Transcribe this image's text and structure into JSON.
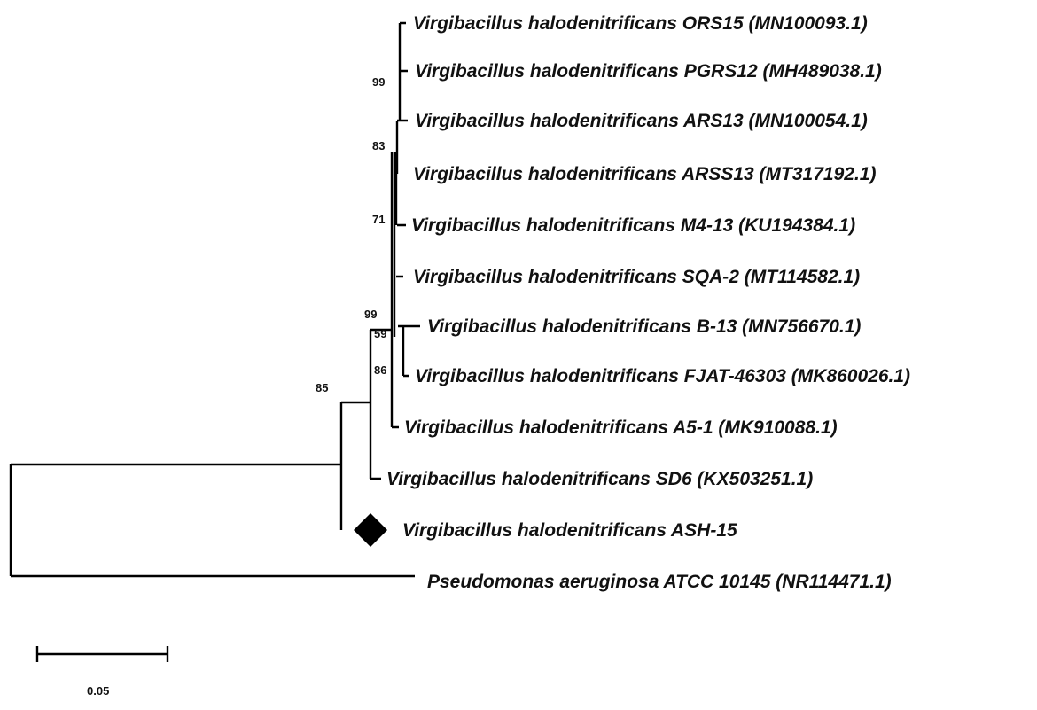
{
  "tree": {
    "taxa": [
      {
        "label": "Virgibacillus halodenitrificans ORS15 (MN100093.1)"
      },
      {
        "label": "Virgibacillus halodenitrificans PGRS12 (MH489038.1)"
      },
      {
        "label": "Virgibacillus halodenitrificans ARS13 (MN100054.1)"
      },
      {
        "label": "Virgibacillus halodenitrificans ARSS13 (MT317192.1)"
      },
      {
        "label": "Virgibacillus halodenitrificans M4-13 (KU194384.1)"
      },
      {
        "label": "Virgibacillus halodenitrificans SQA-2 (MT114582.1)"
      },
      {
        "label": "Virgibacillus halodenitrificans B-13 (MN756670.1)"
      },
      {
        "label": "Virgibacillus halodenitrificans FJAT-46303 (MK860026.1)"
      },
      {
        "label": "Virgibacillus halodenitrificans A5-1 (MK910088.1)"
      },
      {
        "label": "Virgibacillus halodenitrificans SD6 (KX503251.1)"
      },
      {
        "label": "Virgibacillus halodenitrificans ASH-15",
        "marker": "diamond"
      },
      {
        "label": "Pseudomonas aeruginosa ATCC 10145 (NR114471.1)"
      }
    ],
    "bootstrap": [
      "99",
      "83",
      "71",
      "99",
      "59",
      "86",
      "85"
    ],
    "scale_bar": {
      "value": 0.05,
      "label": "0.05"
    },
    "marker_color": "#000000"
  }
}
